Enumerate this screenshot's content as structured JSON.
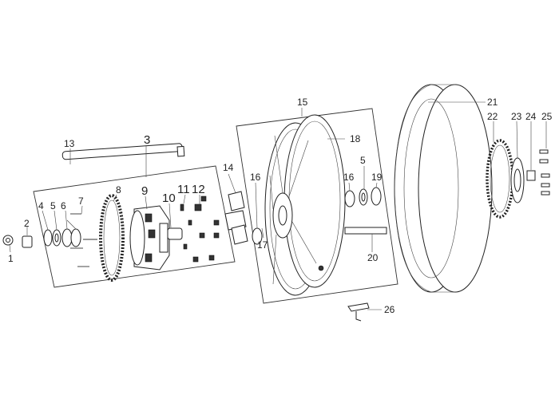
{
  "diagram": {
    "callouts": {
      "c1": "1",
      "c2": "2",
      "c3": "3",
      "c4": "4",
      "c5a": "5",
      "c6": "6",
      "c7": "7",
      "c8": "8",
      "c9": "9",
      "c10": "10",
      "c11": "11",
      "c12": "12",
      "c13": "13",
      "c14": "14",
      "c15": "15",
      "c16a": "16",
      "c17": "17",
      "c18": "18",
      "c16b": "16",
      "c5b": "5",
      "c19": "19",
      "c20": "20",
      "c21": "21",
      "c22": "22",
      "c23": "23",
      "c24": "24",
      "c25": "25",
      "c26": "26"
    }
  }
}
